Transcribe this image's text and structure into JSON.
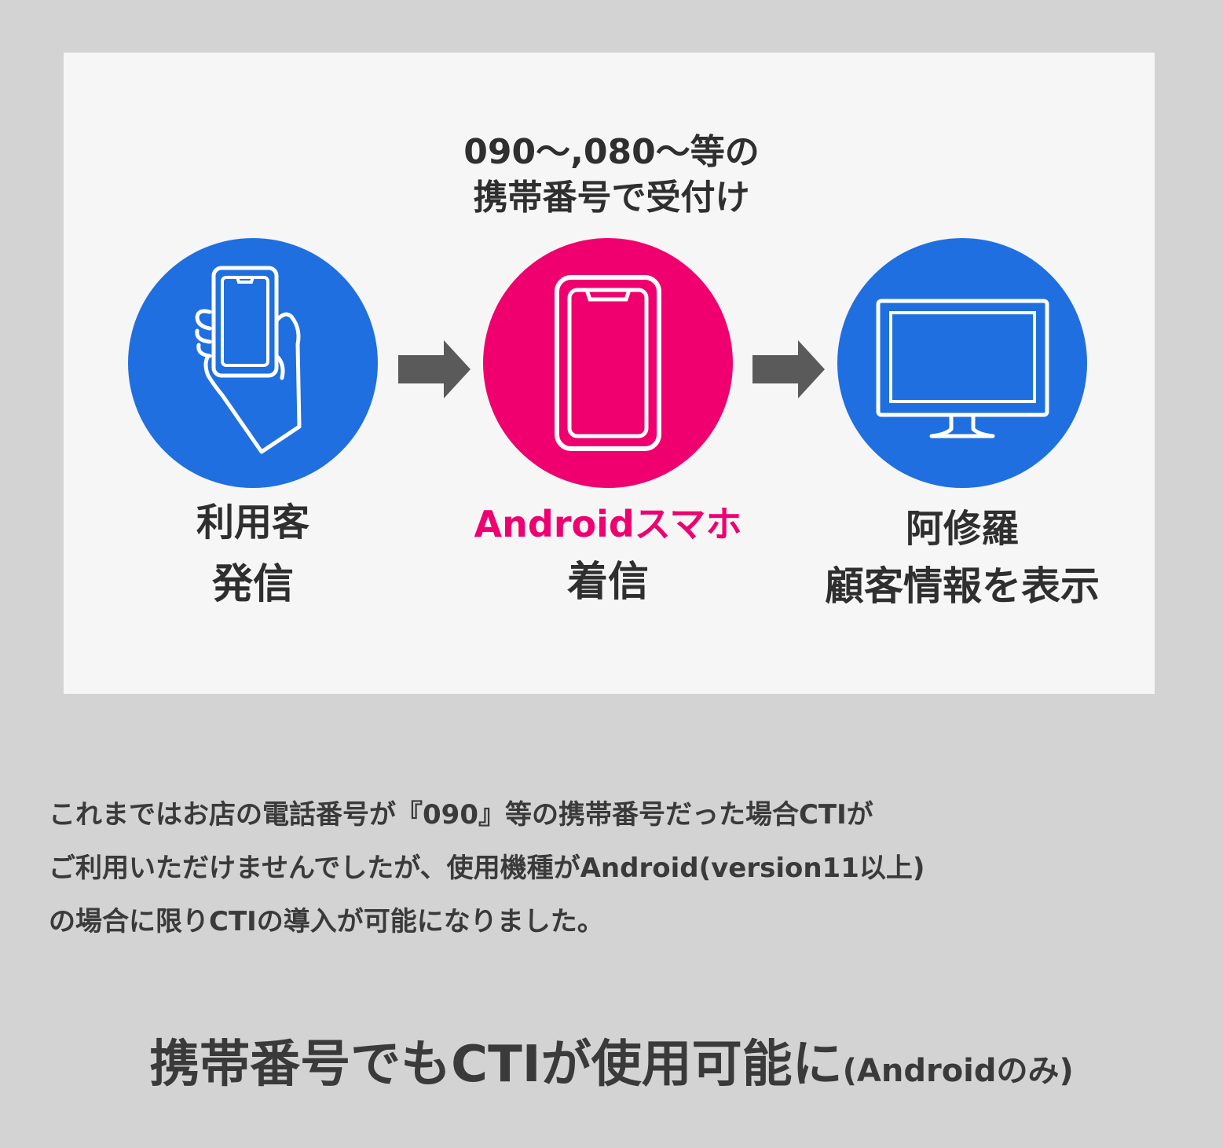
{
  "diagram": {
    "top_caption": [
      "090〜,080〜等の",
      "携帯番号で受付け"
    ],
    "nodes": [
      {
        "line1": "利用客",
        "line2": "発信",
        "icon": "hand-holding-phone-icon",
        "color": "#1f6fe0"
      },
      {
        "line1": "Androidスマホ",
        "line2": "着信",
        "icon": "smartphone-icon",
        "color": "#f0006e"
      },
      {
        "line1": "阿修羅",
        "line2": "顧客情報を表示",
        "icon": "monitor-icon",
        "color": "#1f6fe0"
      }
    ],
    "arrow_color": "#5a5a5a"
  },
  "description": [
    "これまではお店の電話番号が『090』等の携帯番号だった場合CTIが",
    "ご利用いただけませんでしたが、使用機種がAndroid(version11以上)",
    "の場合に限りCTIの導入が可能になりました。"
  ],
  "headline": {
    "main": "携帯番号でもCTIが使用可能に",
    "suffix": "(Androidのみ)"
  }
}
